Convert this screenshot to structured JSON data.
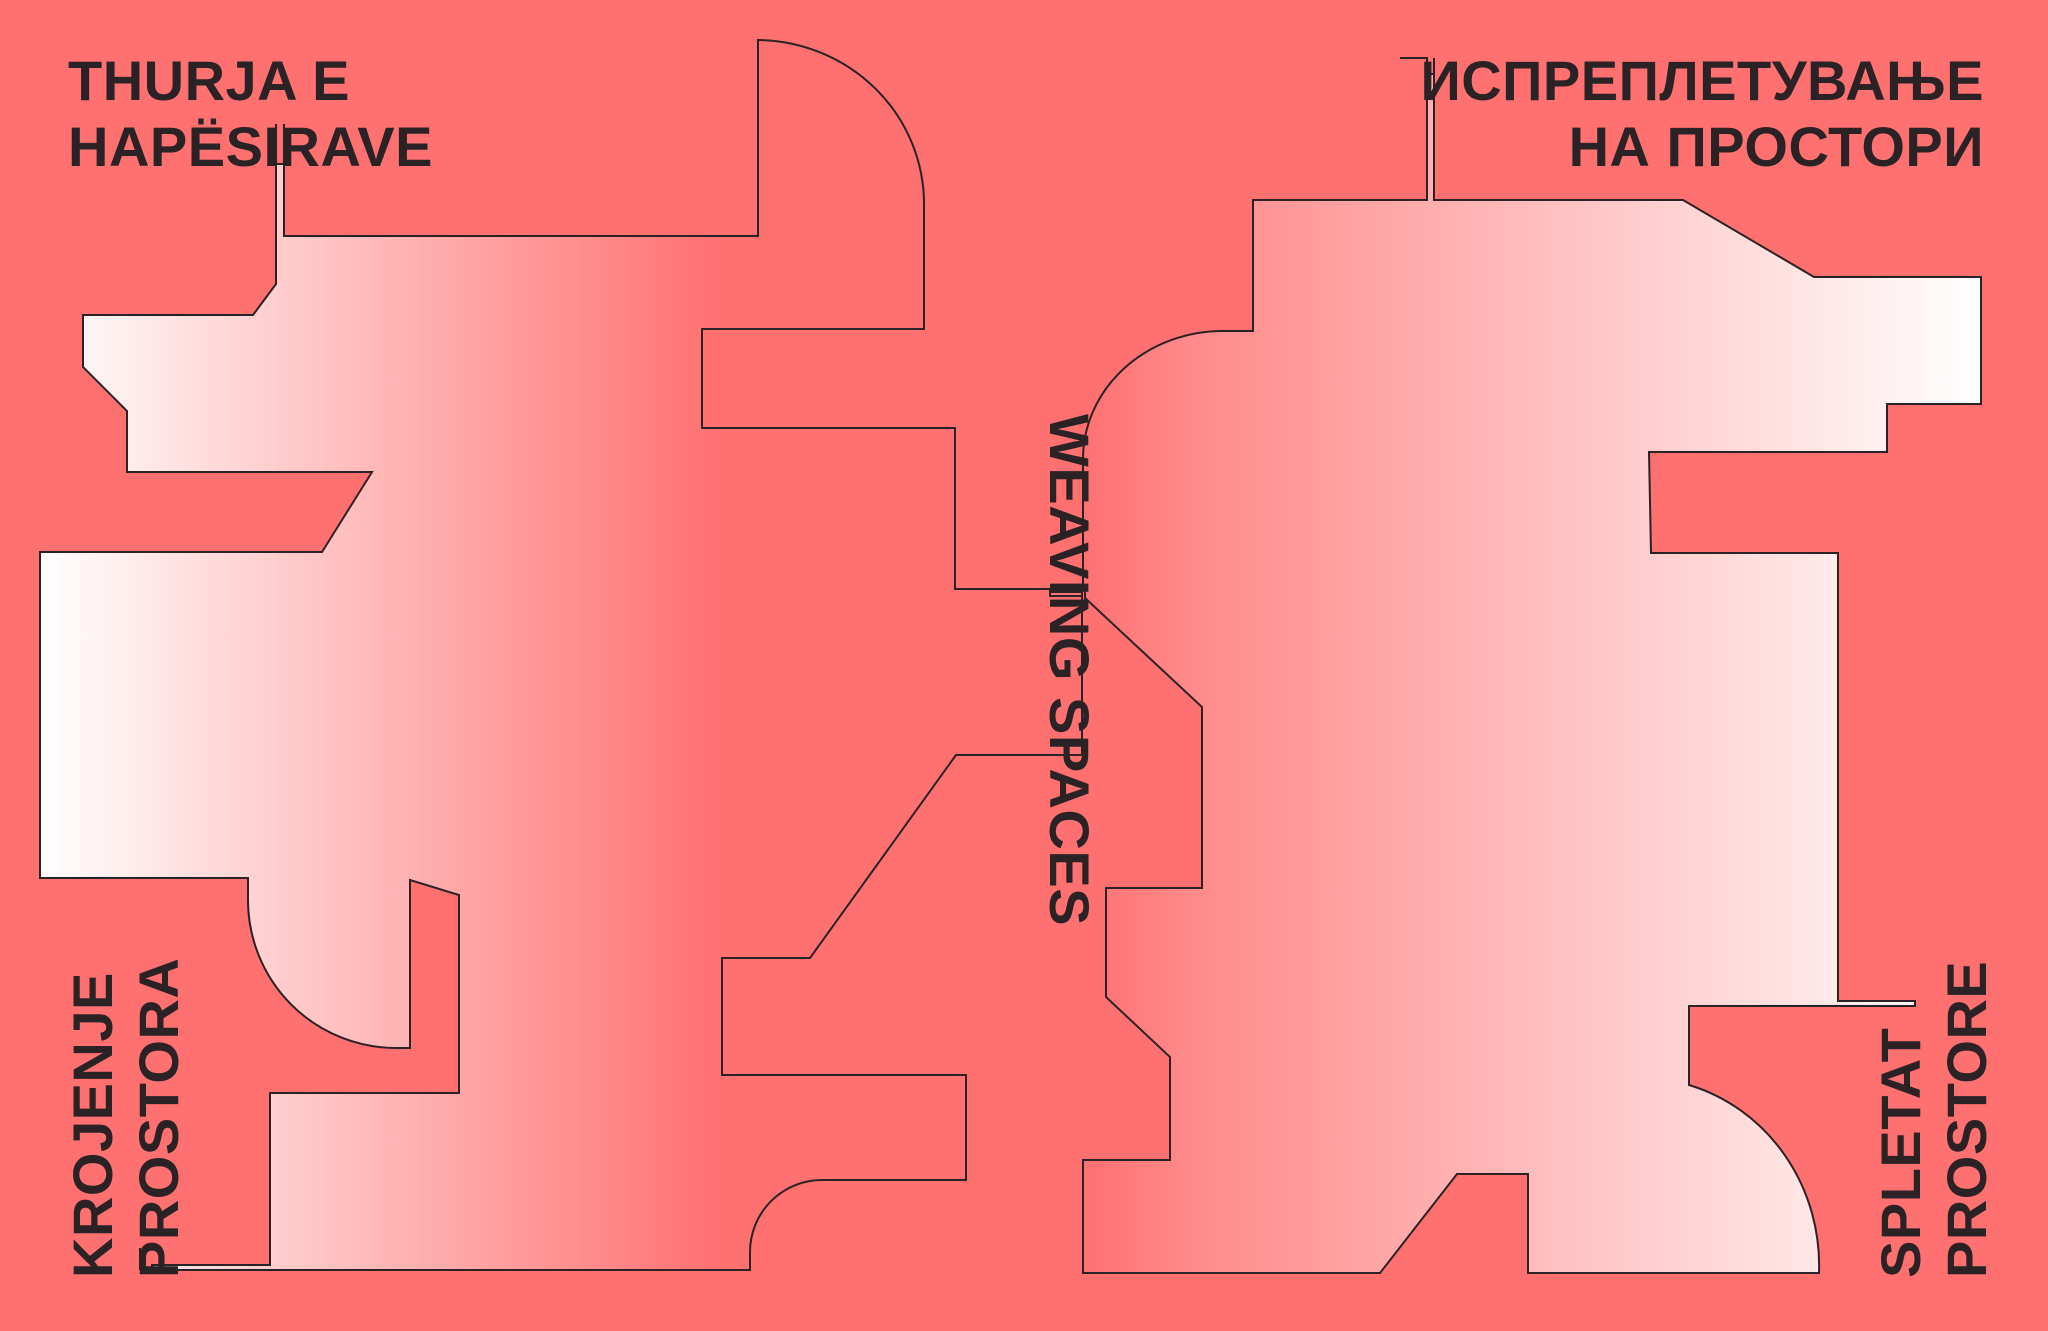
{
  "poster": {
    "background_color": "#ff7071",
    "ink_color": "#2a2225",
    "gradient": {
      "from": "#ffffff",
      "to": "#ff7071"
    },
    "title_albanian": [
      "THURJA E",
      "HAPËSIRAVE"
    ],
    "title_macedonian": [
      "ИСПРЕПЛЕТУВАЊЕ",
      "НА ПРОСТОРИ"
    ],
    "title_english": "WEAVING SPACES",
    "title_croatian": [
      "KROJENJE",
      "PROSTORA"
    ],
    "title_slovenian": [
      "SPLETAT",
      "PROSTORE"
    ]
  }
}
